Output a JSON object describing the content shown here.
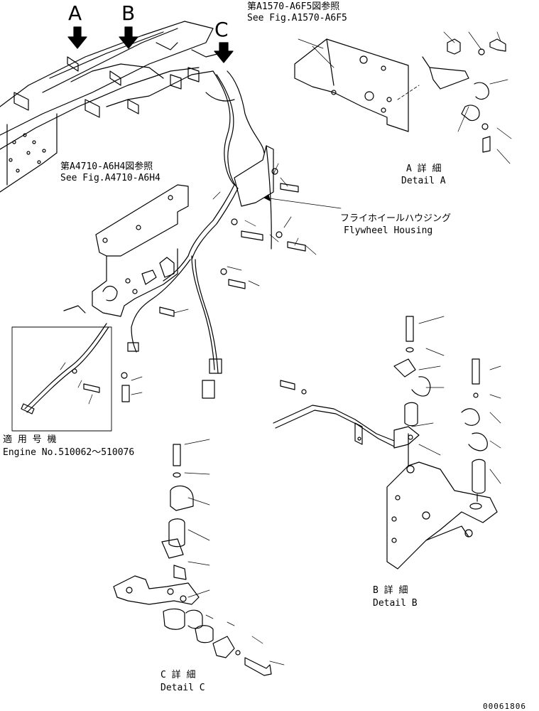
{
  "arrows": {
    "a": "A",
    "b": "B",
    "c": "C"
  },
  "ref_top": {
    "jp": "第A1570-A6F5図参照",
    "en": "See Fig.A1570-A6F5"
  },
  "ref_mid": {
    "jp": "第A4710-A6H4図参照",
    "en": "See Fig.A4710-A6H4"
  },
  "flywheel": {
    "jp": "フライホイールハウジング",
    "en": "Flywheel Housing"
  },
  "detail_a": {
    "jp": "A 詳 細",
    "en": "Detail A"
  },
  "detail_b": {
    "jp": "B 詳 細",
    "en": "Detail B"
  },
  "detail_c": {
    "jp": "C 詳 細",
    "en": "Detail C"
  },
  "applicable": {
    "jp": "適 用 号 機",
    "en": "Engine No.510062～510076"
  },
  "drawing_code": "00061806"
}
